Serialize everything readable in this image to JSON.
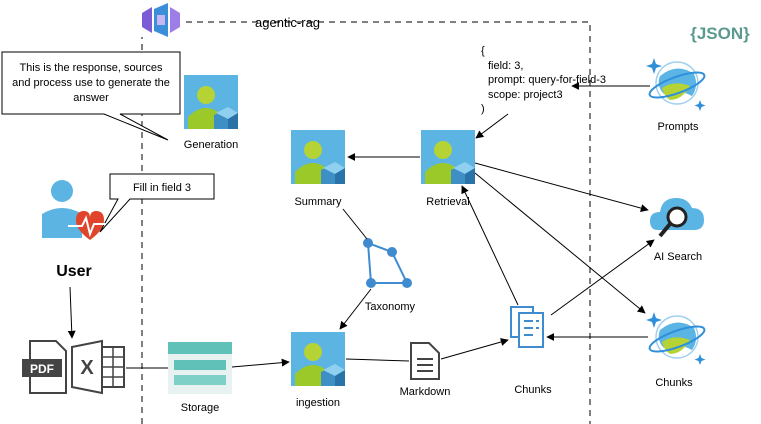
{
  "container": {
    "title": "agentic-rag"
  },
  "callouts": {
    "response": [
      "This is the response, sources",
      "and process use to generate the",
      "answer"
    ],
    "fill": "Fill in field 3"
  },
  "user": {
    "label": "User"
  },
  "agents": {
    "generation": "Generation",
    "summary": "Summary",
    "retrieval": "Retrieval",
    "ingestion": "ingestion"
  },
  "taxonomy": {
    "label": "Taxonomy"
  },
  "storage": {
    "label": "Storage"
  },
  "markdown": {
    "label": "Markdown"
  },
  "chunks_doc": {
    "label": "Chunks"
  },
  "query": {
    "lines": [
      "{",
      "field: 3,",
      "prompt: query-for-field-3",
      "scope: project3",
      ")"
    ]
  },
  "json_badge": {
    "text": "{JSON}",
    "color": "#5b9a91"
  },
  "services": {
    "prompts": "Prompts",
    "ai_search": "AI Search",
    "chunks_db": "Chunks"
  },
  "file_icons": {
    "pdf": "PDF",
    "excel": "X"
  },
  "colors": {
    "agent_blue": "#4aa8d8",
    "agent_green": "#b5d334",
    "cosmos_blue": "#2f8fd8",
    "storage_teal": "#5fc1b8",
    "heart_red": "#e0452b",
    "doc_blue": "#3f8bd0"
  }
}
